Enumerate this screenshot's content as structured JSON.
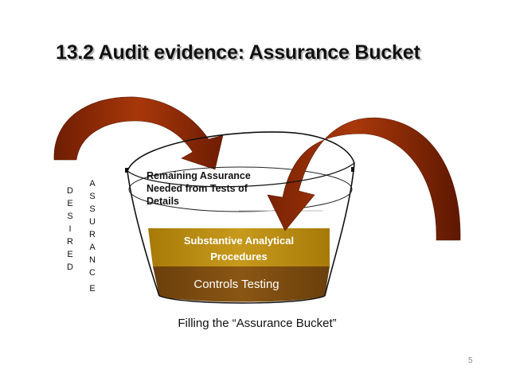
{
  "slide": {
    "title": "13.2 Audit evidence: Assurance Bucket",
    "page_number": "5"
  },
  "diagram": {
    "desired_letters": [
      "D",
      "E",
      "S",
      "I",
      "R",
      "E",
      "D"
    ],
    "assurance_letters": [
      "A",
      "S",
      "S",
      "U",
      "R",
      "A",
      "N",
      "C",
      "E"
    ],
    "layers": {
      "remaining": [
        "Remaining Assurance",
        "Needed from Tests of",
        "Details"
      ],
      "analytical": [
        "Substantive Analytical",
        "Procedures"
      ],
      "controls": "Controls Testing"
    },
    "caption": "Filling the “Assurance Bucket”",
    "colors": {
      "arrow": "#8b2a06",
      "analytical_layer": "#b8870e",
      "controls_layer": "#7a4a10",
      "title": "#111111"
    }
  }
}
